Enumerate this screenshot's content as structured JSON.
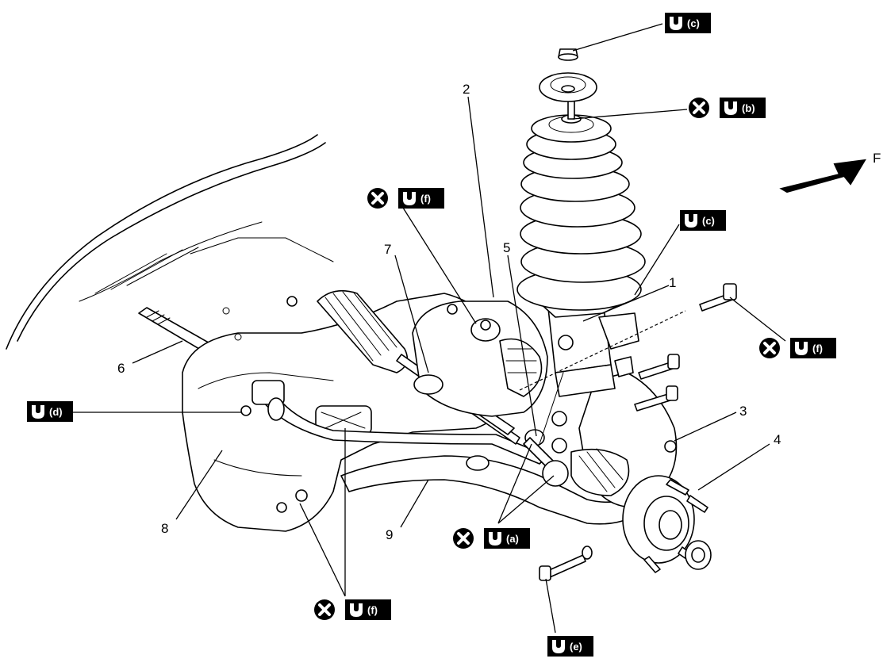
{
  "callouts": {
    "n1": "1",
    "n2": "2",
    "n3": "3",
    "n4": "4",
    "n5": "5",
    "n6": "6",
    "n7": "7",
    "n8": "8",
    "n9": "9"
  },
  "torque_tags": {
    "top_c": "(c)",
    "mount_b": "(b)",
    "strut_c": "(c)",
    "tierod_f": "(f)",
    "bolt_f": "(f)",
    "stab_d": "(d)",
    "joint_a": "(a)",
    "frame_f": "(f)",
    "lower_e": "(e)"
  },
  "direction_label": "F",
  "icons": {
    "torque": "torque-wrench-icon",
    "replace": "do-not-reuse-icon"
  },
  "colors": {
    "ink": "#000000",
    "paper": "#ffffff"
  }
}
